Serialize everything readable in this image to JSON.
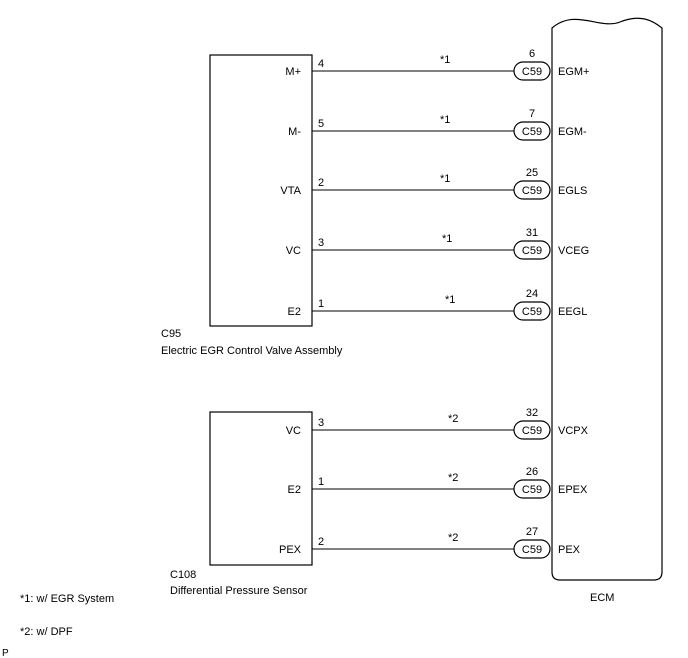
{
  "components": {
    "c95": {
      "code": "C95",
      "name": "Electric EGR Control Valve Assembly",
      "pins": [
        {
          "label": "M+",
          "pin": "4",
          "note": "*1",
          "conn": "C59",
          "ecm_pin": "6",
          "ecm_label": "EGM+"
        },
        {
          "label": "M-",
          "pin": "5",
          "note": "*1",
          "conn": "C59",
          "ecm_pin": "7",
          "ecm_label": "EGM-"
        },
        {
          "label": "VTA",
          "pin": "2",
          "note": "*1",
          "conn": "C59",
          "ecm_pin": "25",
          "ecm_label": "EGLS"
        },
        {
          "label": "VC",
          "pin": "3",
          "note": "*1",
          "conn": "C59",
          "ecm_pin": "31",
          "ecm_label": "VCEG"
        },
        {
          "label": "E2",
          "pin": "1",
          "note": "*1",
          "conn": "C59",
          "ecm_pin": "24",
          "ecm_label": "EEGL"
        }
      ]
    },
    "c108": {
      "code": "C108",
      "name": "Differential Pressure Sensor",
      "pins": [
        {
          "label": "VC",
          "pin": "3",
          "note": "*2",
          "conn": "C59",
          "ecm_pin": "32",
          "ecm_label": "VCPX"
        },
        {
          "label": "E2",
          "pin": "1",
          "note": "*2",
          "conn": "C59",
          "ecm_pin": "26",
          "ecm_label": "EPEX"
        },
        {
          "label": "PEX",
          "pin": "2",
          "note": "*2",
          "conn": "C59",
          "ecm_pin": "27",
          "ecm_label": "PEX"
        }
      ]
    },
    "ecm": {
      "name": "ECM"
    }
  },
  "notes": {
    "note1": "*1: w/ EGR System",
    "note2": "*2: w/ DPF",
    "corner": "P"
  }
}
